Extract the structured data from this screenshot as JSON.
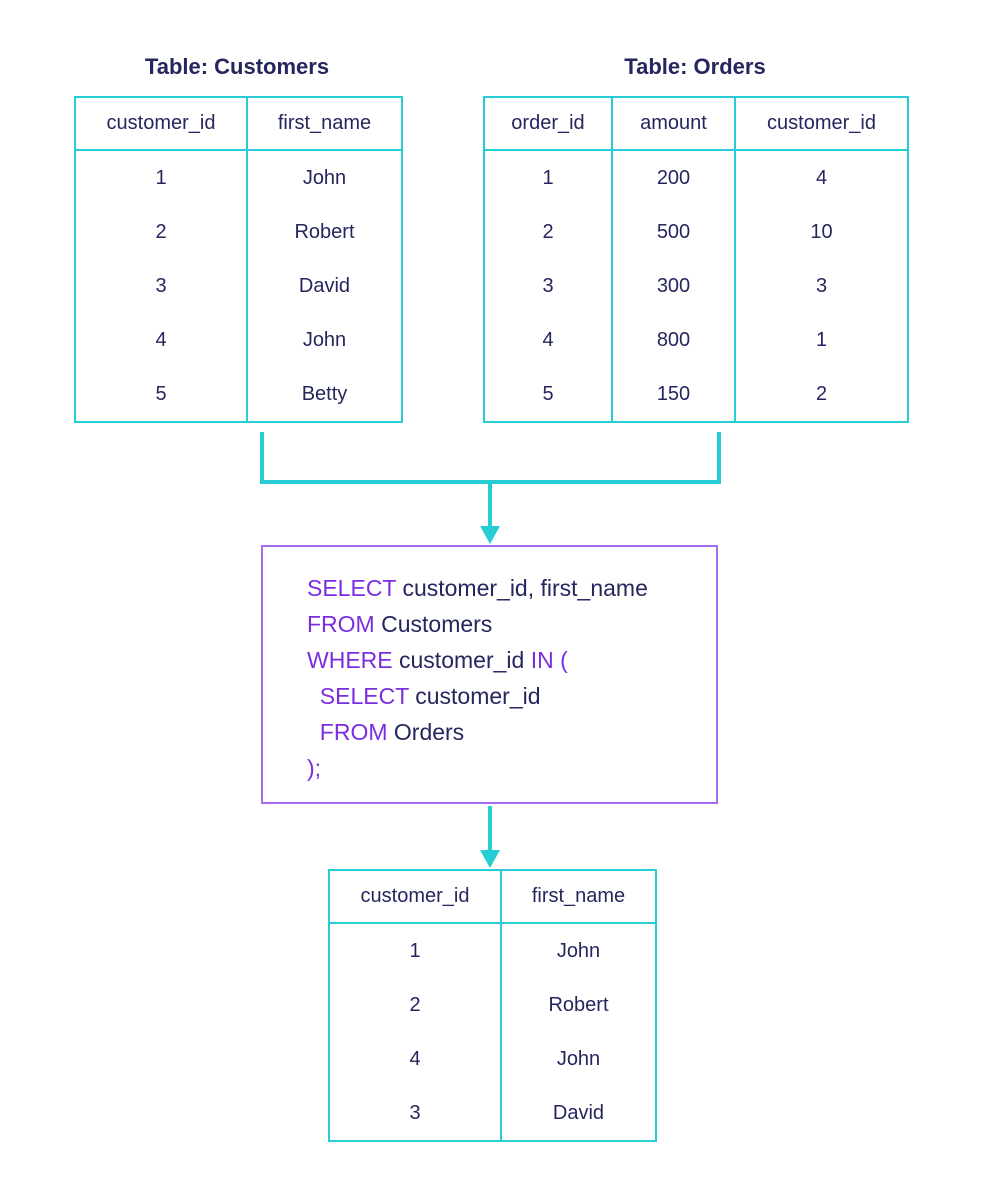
{
  "customers": {
    "title": "Table: Customers",
    "columns": [
      "customer_id",
      "first_name"
    ],
    "rows": [
      [
        "1",
        "John"
      ],
      [
        "2",
        "Robert"
      ],
      [
        "3",
        "David"
      ],
      [
        "4",
        "John"
      ],
      [
        "5",
        "Betty"
      ]
    ]
  },
  "orders": {
    "title": "Table: Orders",
    "columns": [
      "order_id",
      "amount",
      "customer_id"
    ],
    "rows": [
      [
        "1",
        "200",
        "4"
      ],
      [
        "2",
        "500",
        "10"
      ],
      [
        "3",
        "300",
        "3"
      ],
      [
        "4",
        "800",
        "1"
      ],
      [
        "5",
        "150",
        "2"
      ]
    ]
  },
  "query": {
    "line1_kw": "SELECT",
    "line1_rest": " customer_id, first_name",
    "line2_kw": "FROM",
    "line2_rest": " Customers",
    "line3_kw": "WHERE",
    "line3_rest": " customer_id ",
    "line3_kw2": "IN (",
    "line4_kw": "SELECT",
    "line4_rest": " customer_id",
    "line5_kw": "FROM",
    "line5_rest": " Orders",
    "line6": ");"
  },
  "result": {
    "columns": [
      "customer_id",
      "first_name"
    ],
    "rows": [
      [
        "1",
        "John"
      ],
      [
        "2",
        "Robert"
      ],
      [
        "4",
        "John"
      ],
      [
        "3",
        "David"
      ]
    ]
  },
  "colors": {
    "table_border": "#27cdd4",
    "query_border": "#a56cf0",
    "keyword": "#7a2ee0",
    "text": "#25265e"
  }
}
